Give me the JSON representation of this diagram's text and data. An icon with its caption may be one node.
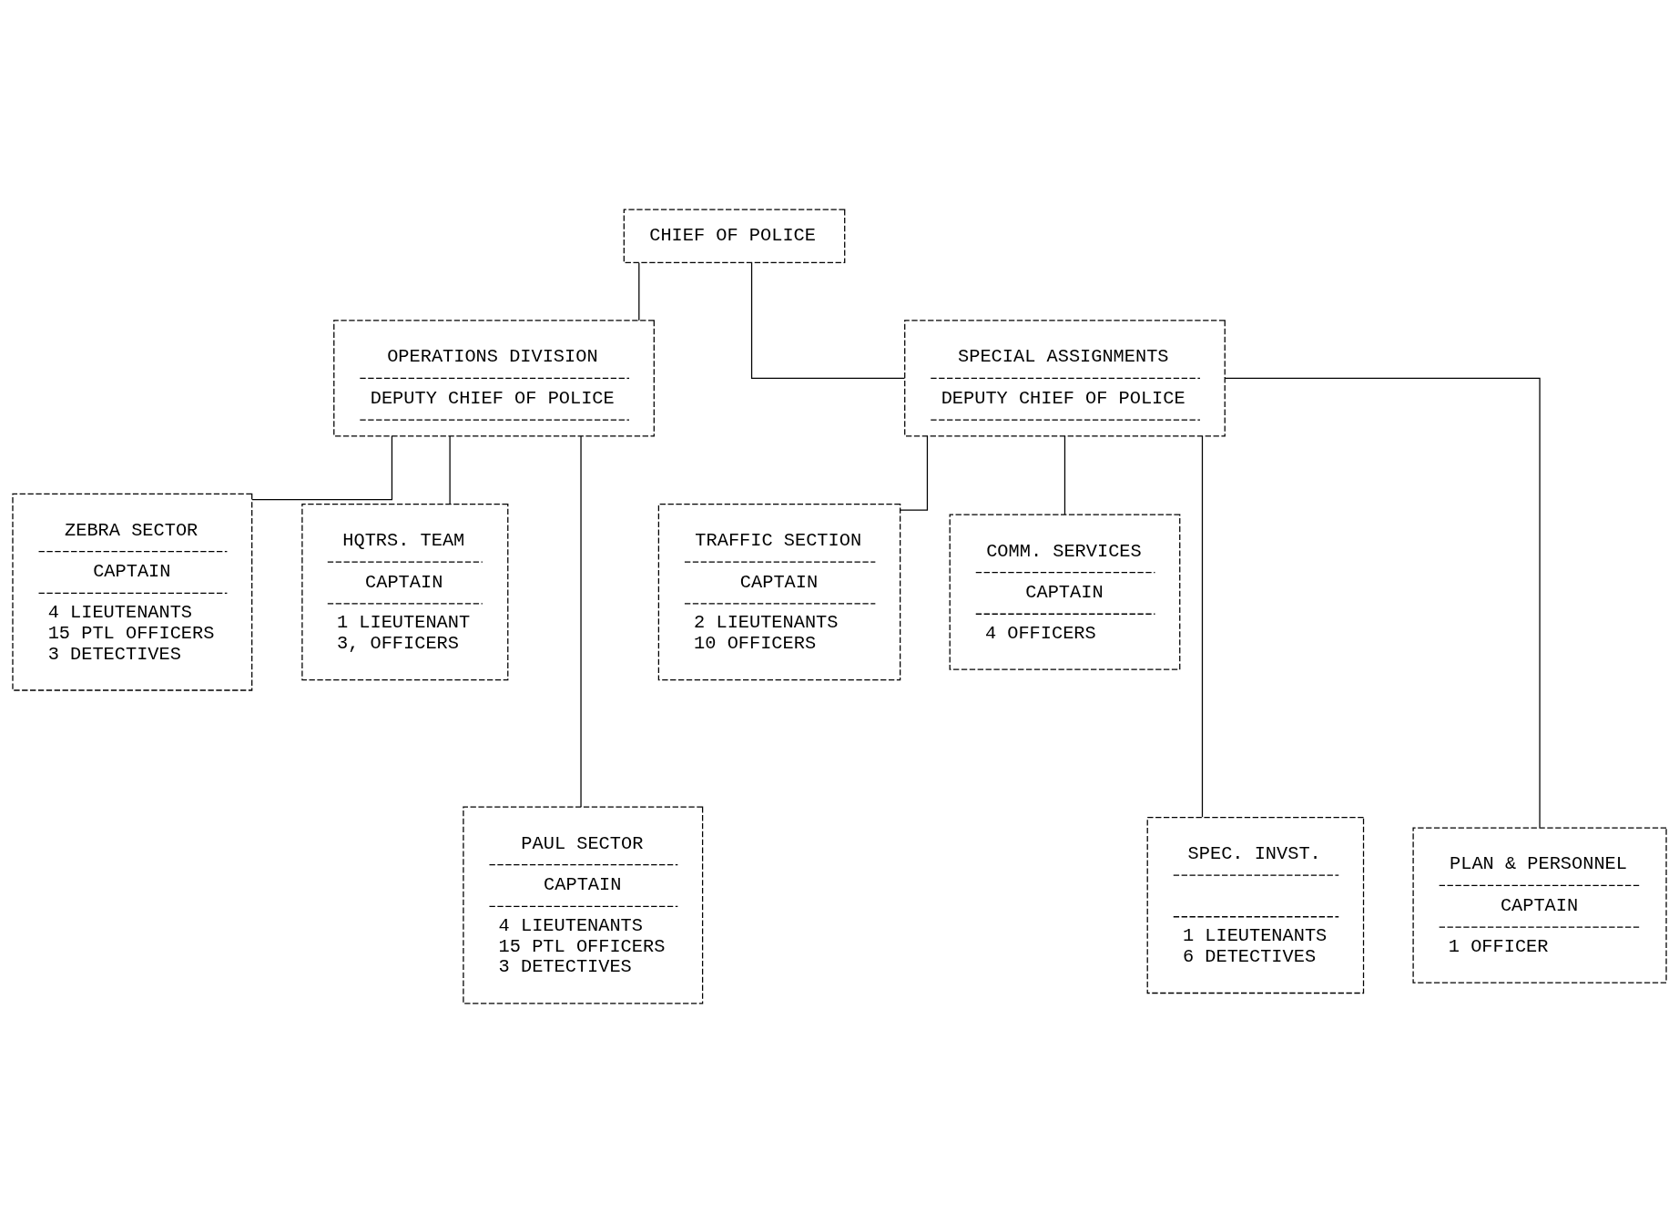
{
  "diagram": {
    "nodes": [
      {
        "text": [
          "CHIEF OF POLICE"
        ]
      },
      {
        "text": [
          "OPERATIONS DIVISION",
          "DEPUTY CHIEF OF POLICE"
        ]
      },
      {
        "text": [
          "SPECIAL ASSIGNMENTS",
          "DEPUTY CHIEF OF POLICE"
        ]
      },
      {
        "text": [
          "ZEBRA SECTOR",
          "CAPTAIN",
          "4 LIEUTENANTS",
          "15 PTL OFFICERS",
          "3 DETECTIVES"
        ]
      },
      {
        "text": [
          "HQTRS. TEAM",
          "CAPTAIN",
          "1 LIEUTENANT",
          "3, OFFICERS"
        ]
      },
      {
        "text": [
          "PAUL SECTOR",
          "CAPTAIN",
          "4 LIEUTENANTS",
          "15 PTL OFFICERS",
          "3 DETECTIVES"
        ]
      },
      {
        "text": [
          "TRAFFIC SECTION",
          "CAPTAIN",
          "2 LIEUTENANTS",
          "10 OFFICERS"
        ]
      },
      {
        "text": [
          "COMM. SERVICES",
          "CAPTAIN",
          "4 OFFICERS"
        ]
      },
      {
        "text": [
          "SPEC. INVST.",
          "1 LIEUTENANTS",
          "6 DETECTIVES"
        ]
      },
      {
        "text": [
          "PLAN & PERSONNEL",
          "CAPTAIN",
          "1 OFFICER"
        ]
      }
    ],
    "edges": [
      {
        "from": 0,
        "to": 1,
        "arrow": "none"
      },
      {
        "from": 0,
        "to": 2,
        "arrow": "none"
      },
      {
        "from": 1,
        "to": 3,
        "arrow": "none"
      },
      {
        "from": 1,
        "to": 4,
        "arrow": "none"
      },
      {
        "from": 1,
        "to": 5,
        "arrow": "none"
      },
      {
        "from": 2,
        "to": 6,
        "arrow": "none"
      },
      {
        "from": 2,
        "to": 7,
        "arrow": "none"
      },
      {
        "from": 2,
        "to": 8,
        "arrow": "none"
      },
      {
        "from": 2,
        "to": 9,
        "arrow": "none"
      }
    ]
  }
}
